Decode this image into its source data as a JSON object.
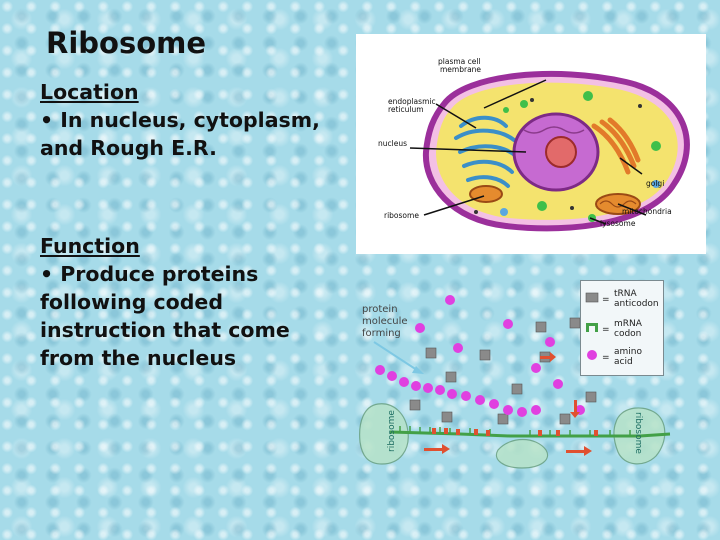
{
  "slide": {
    "title": "Ribosome",
    "location": {
      "heading": "Location",
      "bullet": "In nucleus, cytoplasm, and Rough E.R."
    },
    "function": {
      "heading": "Function",
      "bullet": "Produce proteins following coded instruction that come from the nucleus"
    }
  },
  "cell_diagram": {
    "labels": {
      "plasma_membrane_1": "plasma cell",
      "plasma_membrane_2": "membrane",
      "er_1": "endoplasmic",
      "er_2": "reticulum",
      "nucleus": "nucleus",
      "golgi": "golgi",
      "ribosome": "ribosome",
      "mitochondria": "mitochondria",
      "lysosome": "lysosome"
    }
  },
  "translation_diagram": {
    "protein_label": [
      "protein",
      "molecule",
      "forming"
    ],
    "ribosome_left": "ribosome",
    "ribosome_right": "ribosome",
    "legend": [
      {
        "symbol": "tRNA",
        "dash": "=",
        "text": [
          "tRNA",
          "anticodon"
        ]
      },
      {
        "symbol": "mRNA",
        "dash": "=",
        "text": [
          "mRNA",
          "codon"
        ]
      },
      {
        "symbol": "amino",
        "dash": "=",
        "text": [
          "amino",
          "acid"
        ]
      }
    ],
    "colors": {
      "amino_acid": "#e040e0",
      "mrna": "#5cb85c",
      "trna": "#888888",
      "arrow": "#e05030"
    }
  }
}
